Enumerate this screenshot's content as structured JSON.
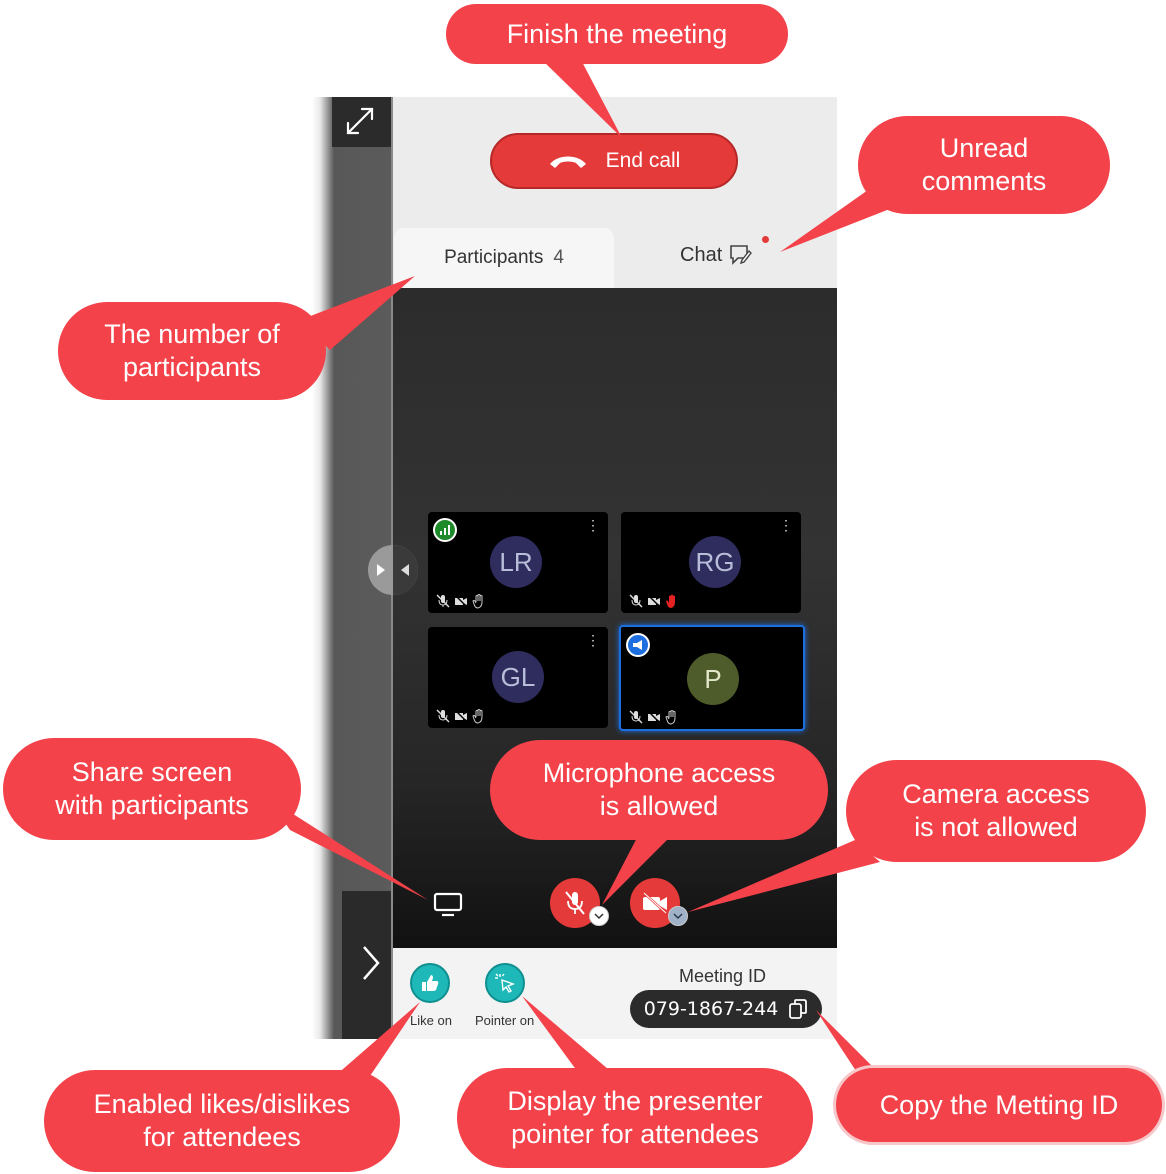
{
  "meeting": {
    "end_call_label": "End call",
    "tabs": [
      {
        "label": "Participants",
        "count": "4"
      },
      {
        "label": "Chat"
      }
    ],
    "participants": [
      {
        "initials": "LR",
        "avatar_color": "#2f2d5e"
      },
      {
        "initials": "RG",
        "avatar_color": "#2f2d5e"
      },
      {
        "initials": "GL",
        "avatar_color": "#2f2d5e"
      },
      {
        "initials": "P",
        "avatar_color": "#4e5b2a"
      }
    ],
    "bottom": {
      "like_label": "Like on",
      "pointer_label": "Pointer on",
      "meeting_id_label": "Meeting ID",
      "meeting_id": "079-1867-244"
    }
  },
  "callouts": {
    "finish": "Finish the meeting",
    "unread_line1": "Unread",
    "unread_line2": "comments",
    "number_line1": "The number of",
    "number_line2": "participants",
    "share_line1": "Share screen",
    "share_line2": "with participants",
    "mic_line1": "Microphone access",
    "mic_line2": "is allowed",
    "camera_line1": "Camera access",
    "camera_line2": "is not allowed",
    "likes_line1": "Enabled likes/dislikes",
    "likes_line2": "for attendees",
    "pointer_line1": "Display the presenter",
    "pointer_line2": "pointer for attendees",
    "copy": "Copy the Metting ID"
  },
  "colors": {
    "callout": "#f3424a",
    "end_call": "#e53a3a",
    "accent_teal": "#1fb8b8",
    "active_tile_border": "#1d6fe0"
  },
  "icons": [
    "expand-icon",
    "phone-hangup-icon",
    "chat-edit-icon",
    "signal-icon",
    "megaphone-icon",
    "mic-off-icon",
    "camera-off-icon",
    "hand-icon",
    "more-vertical-icon",
    "screen-share-icon",
    "thumbs-up-icon",
    "pointer-click-icon",
    "copy-icon",
    "chevron-right-icon",
    "chevron-down-icon"
  ]
}
